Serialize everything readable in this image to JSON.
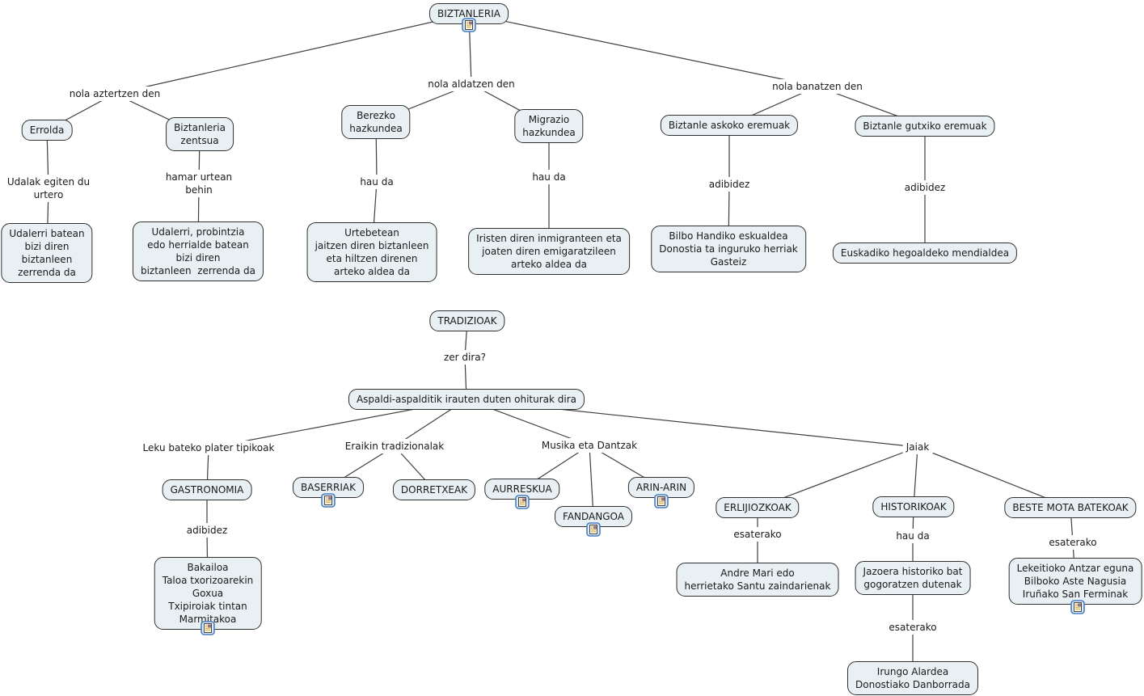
{
  "colors": {
    "background": "#ffffff",
    "node_fill": "#e9f0f4",
    "node_border": "#2f2f2f",
    "line": "#3f3f3f",
    "icon_border": "#4a7ec0",
    "icon_fill": "#dce9f8",
    "icon_lines": "#c9a227"
  },
  "nodes": {
    "biztanleria": {
      "label": "BIZTANLERIA"
    },
    "errolda": {
      "label": "Errolda"
    },
    "zentsua": {
      "label": "Biztanleria\nzentsua"
    },
    "berezko": {
      "label": "Berezko\nhazkundea"
    },
    "migrazio": {
      "label": "Migrazio\nhazkundea"
    },
    "askoko": {
      "label": "Biztanle askoko eremuak"
    },
    "gutxiko": {
      "label": "Biztanle gutxiko eremuak"
    },
    "udalerri_batean": {
      "label": "Udalerri batean\nbizi diren\nbiztanleen\nzerrenda da"
    },
    "udalerri_probintzia": {
      "label": "Udalerri, probintzia\nedo herrialde batean\nbizi diren\nbiztanleen  zerrenda da"
    },
    "urtebetean": {
      "label": "Urtebetean\njaitzen diren biztanleen\neta hiltzen direnen\narteko aldea da"
    },
    "iristen": {
      "label": "Iristen diren inmigranteen eta\njoaten diren emigaratzileen\narteko aldea da"
    },
    "bilbo": {
      "label": "Bilbo Handiko eskualdea\nDonostia ta inguruko herriak\nGasteiz"
    },
    "euskadiko": {
      "label": "Euskadiko hegoaldeko mendialdea"
    },
    "tradizioak": {
      "label": "TRADIZIOAK"
    },
    "aspaldi": {
      "label": "Aspaldi-aspalditik irauten duten ohiturak dira"
    },
    "gastronomia": {
      "label": "GASTRONOMIA"
    },
    "baserriak": {
      "label": "BASERRIAK"
    },
    "dorretxeak": {
      "label": "DORRETXEAK"
    },
    "aurreskua": {
      "label": "AURRESKUA"
    },
    "fandangoa": {
      "label": "FANDANGOA"
    },
    "arinarin": {
      "label": "ARIN-ARIN"
    },
    "erlijiozkoak": {
      "label": "ERLIJIOZKOAK"
    },
    "historikoak": {
      "label": "HISTORIKOAK"
    },
    "bestemota": {
      "label": "BESTE MOTA BATEKOAK"
    },
    "bakailoa": {
      "label": "Bakailoa\nTaloa txorizoarekin\nGoxua\nTxipiroiak tintan\nMarmitakoa"
    },
    "andremari": {
      "label": "Andre Mari edo\nherrietako Santu zaindarienak"
    },
    "jazoera": {
      "label": "Jazoera historiko bat\ngogoratzen dutenak"
    },
    "lekeitioko": {
      "label": "Lekeitioko Antzar eguna\nBilboko Aste Nagusia\nIruñako San Ferminak"
    },
    "irungo": {
      "label": "Irungo Alardea\nDonostiako Danborrada"
    }
  },
  "links": {
    "aztertzen": {
      "label": "nola aztertzen den"
    },
    "aldatzen": {
      "label": "nola aldatzen den"
    },
    "banatzen": {
      "label": "nola banatzen den"
    },
    "udalak": {
      "label": "Udalak egiten du\nurtero"
    },
    "hamar": {
      "label": "hamar urtean\nbehin"
    },
    "hauda1": {
      "label": "hau da"
    },
    "hauda2": {
      "label": "hau da"
    },
    "adibidez1": {
      "label": "adibidez"
    },
    "adibidez2": {
      "label": "adibidez"
    },
    "zerdira": {
      "label": "zer dira?"
    },
    "leku": {
      "label": "Leku bateko plater tipikoak"
    },
    "eraikin": {
      "label": "Eraikin tradizionalak"
    },
    "musika": {
      "label": "Musika eta Dantzak"
    },
    "jaiak": {
      "label": "Jaiak"
    },
    "adibidez3": {
      "label": "adibidez"
    },
    "esaterako1": {
      "label": "esaterako"
    },
    "hauda3": {
      "label": "hau da"
    },
    "esaterako2": {
      "label": "esaterako"
    },
    "esaterako3": {
      "label": "esaterako"
    }
  },
  "edges": [
    [
      "biztanleria",
      "link-aztertzen"
    ],
    [
      "biztanleria",
      "link-aldatzen"
    ],
    [
      "biztanleria",
      "link-banatzen"
    ],
    [
      "link-aztertzen",
      "errolda"
    ],
    [
      "link-aztertzen",
      "zentsua"
    ],
    [
      "errolda",
      "link-udalak"
    ],
    [
      "link-udalak",
      "udalerri_batean"
    ],
    [
      "zentsua",
      "link-hamar"
    ],
    [
      "link-hamar",
      "udalerri_probintzia"
    ],
    [
      "link-aldatzen",
      "berezko"
    ],
    [
      "link-aldatzen",
      "migrazio"
    ],
    [
      "berezko",
      "link-hauda1"
    ],
    [
      "link-hauda1",
      "urtebetean"
    ],
    [
      "migrazio",
      "link-hauda2"
    ],
    [
      "link-hauda2",
      "iristen"
    ],
    [
      "link-banatzen",
      "askoko"
    ],
    [
      "link-banatzen",
      "gutxiko"
    ],
    [
      "askoko",
      "link-adibidez1"
    ],
    [
      "link-adibidez1",
      "bilbo"
    ],
    [
      "gutxiko",
      "link-adibidez2"
    ],
    [
      "link-adibidez2",
      "euskadiko"
    ],
    [
      "tradizioak",
      "link-zerdira"
    ],
    [
      "link-zerdira",
      "aspaldi"
    ],
    [
      "aspaldi",
      "link-leku"
    ],
    [
      "aspaldi",
      "link-eraikin"
    ],
    [
      "aspaldi",
      "link-musika"
    ],
    [
      "aspaldi",
      "link-jaiak"
    ],
    [
      "link-leku",
      "gastronomia"
    ],
    [
      "gastronomia",
      "link-adibidez3"
    ],
    [
      "link-adibidez3",
      "bakailoa"
    ],
    [
      "link-eraikin",
      "baserriak"
    ],
    [
      "link-eraikin",
      "dorretxeak"
    ],
    [
      "link-musika",
      "aurreskua"
    ],
    [
      "link-musika",
      "fandangoa"
    ],
    [
      "link-musika",
      "arinarin"
    ],
    [
      "link-jaiak",
      "erlijiozkoak"
    ],
    [
      "link-jaiak",
      "historikoak"
    ],
    [
      "link-jaiak",
      "bestemota"
    ],
    [
      "erlijiozkoak",
      "link-esaterako1"
    ],
    [
      "link-esaterako1",
      "andremari"
    ],
    [
      "historikoak",
      "link-hauda3"
    ],
    [
      "link-hauda3",
      "jazoera"
    ],
    [
      "jazoera",
      "link-esaterako2"
    ],
    [
      "link-esaterako2",
      "irungo"
    ],
    [
      "bestemota",
      "link-esaterako3"
    ],
    [
      "link-esaterako3",
      "lekeitioko"
    ]
  ]
}
